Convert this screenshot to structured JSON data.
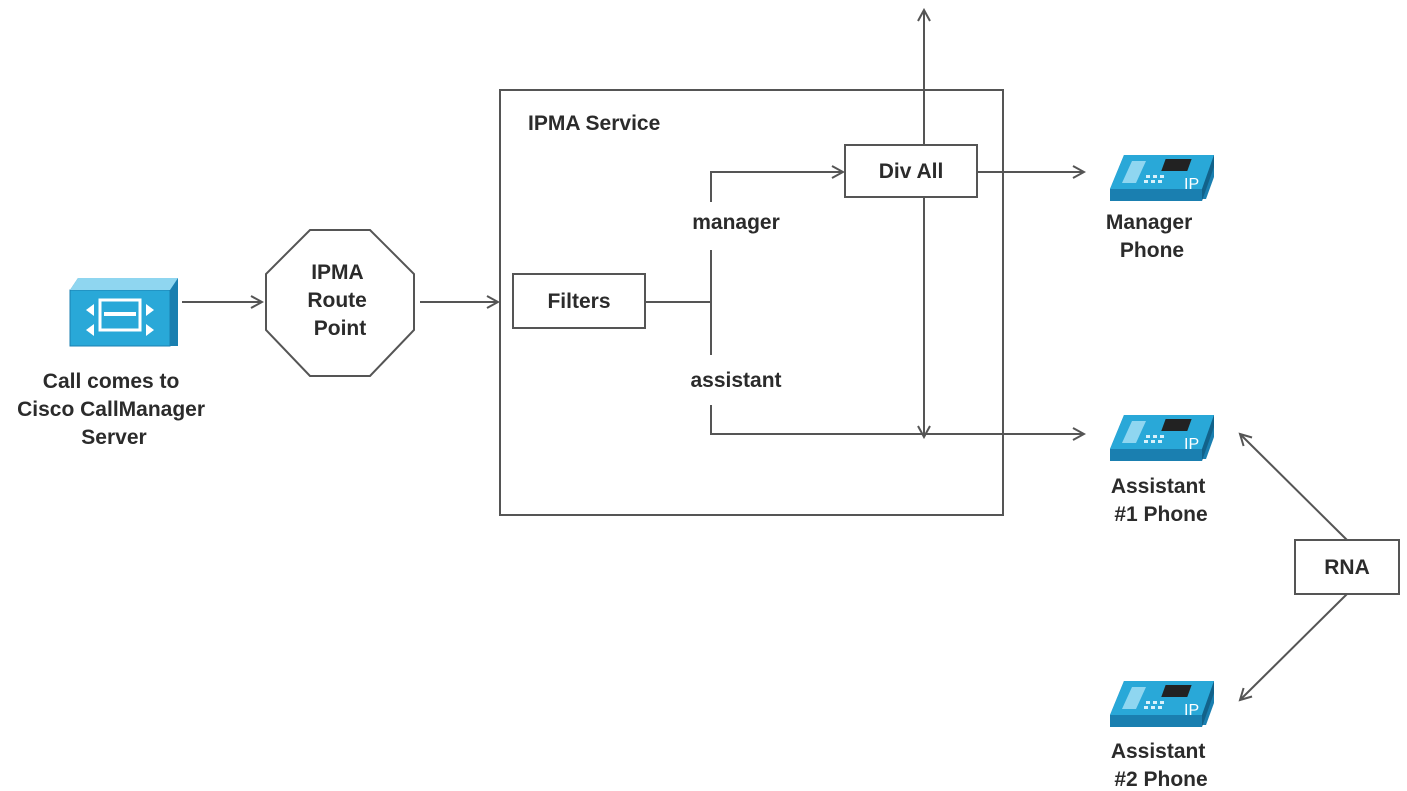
{
  "colors": {
    "background": "#ffffff",
    "line": "#555555",
    "device_fill": "#29a8d8",
    "device_dark": "#1a7fb0",
    "device_light": "#8fd6f0",
    "text": "#2b2b2b"
  },
  "server": {
    "icon": "callmanager-server-icon",
    "label_lines": [
      "Call comes to",
      "Cisco CallManager",
      "Server"
    ]
  },
  "route_point": {
    "label_lines": [
      "IPMA",
      "Route",
      "Point"
    ]
  },
  "service": {
    "title": "IPMA Service",
    "filters_label": "Filters",
    "manager_label": "manager",
    "assistant_label": "assistant",
    "divall_label": "Div All"
  },
  "phones": [
    {
      "icon": "ip-phone-icon",
      "badge": "IP",
      "label_lines": [
        "Manager",
        "Phone"
      ]
    },
    {
      "icon": "ip-phone-icon",
      "badge": "IP",
      "label_lines": [
        "Assistant",
        "#1 Phone"
      ]
    },
    {
      "icon": "ip-phone-icon",
      "badge": "IP",
      "label_lines": [
        "Assistant",
        "#2 Phone"
      ]
    }
  ],
  "rna": {
    "label": "RNA"
  }
}
